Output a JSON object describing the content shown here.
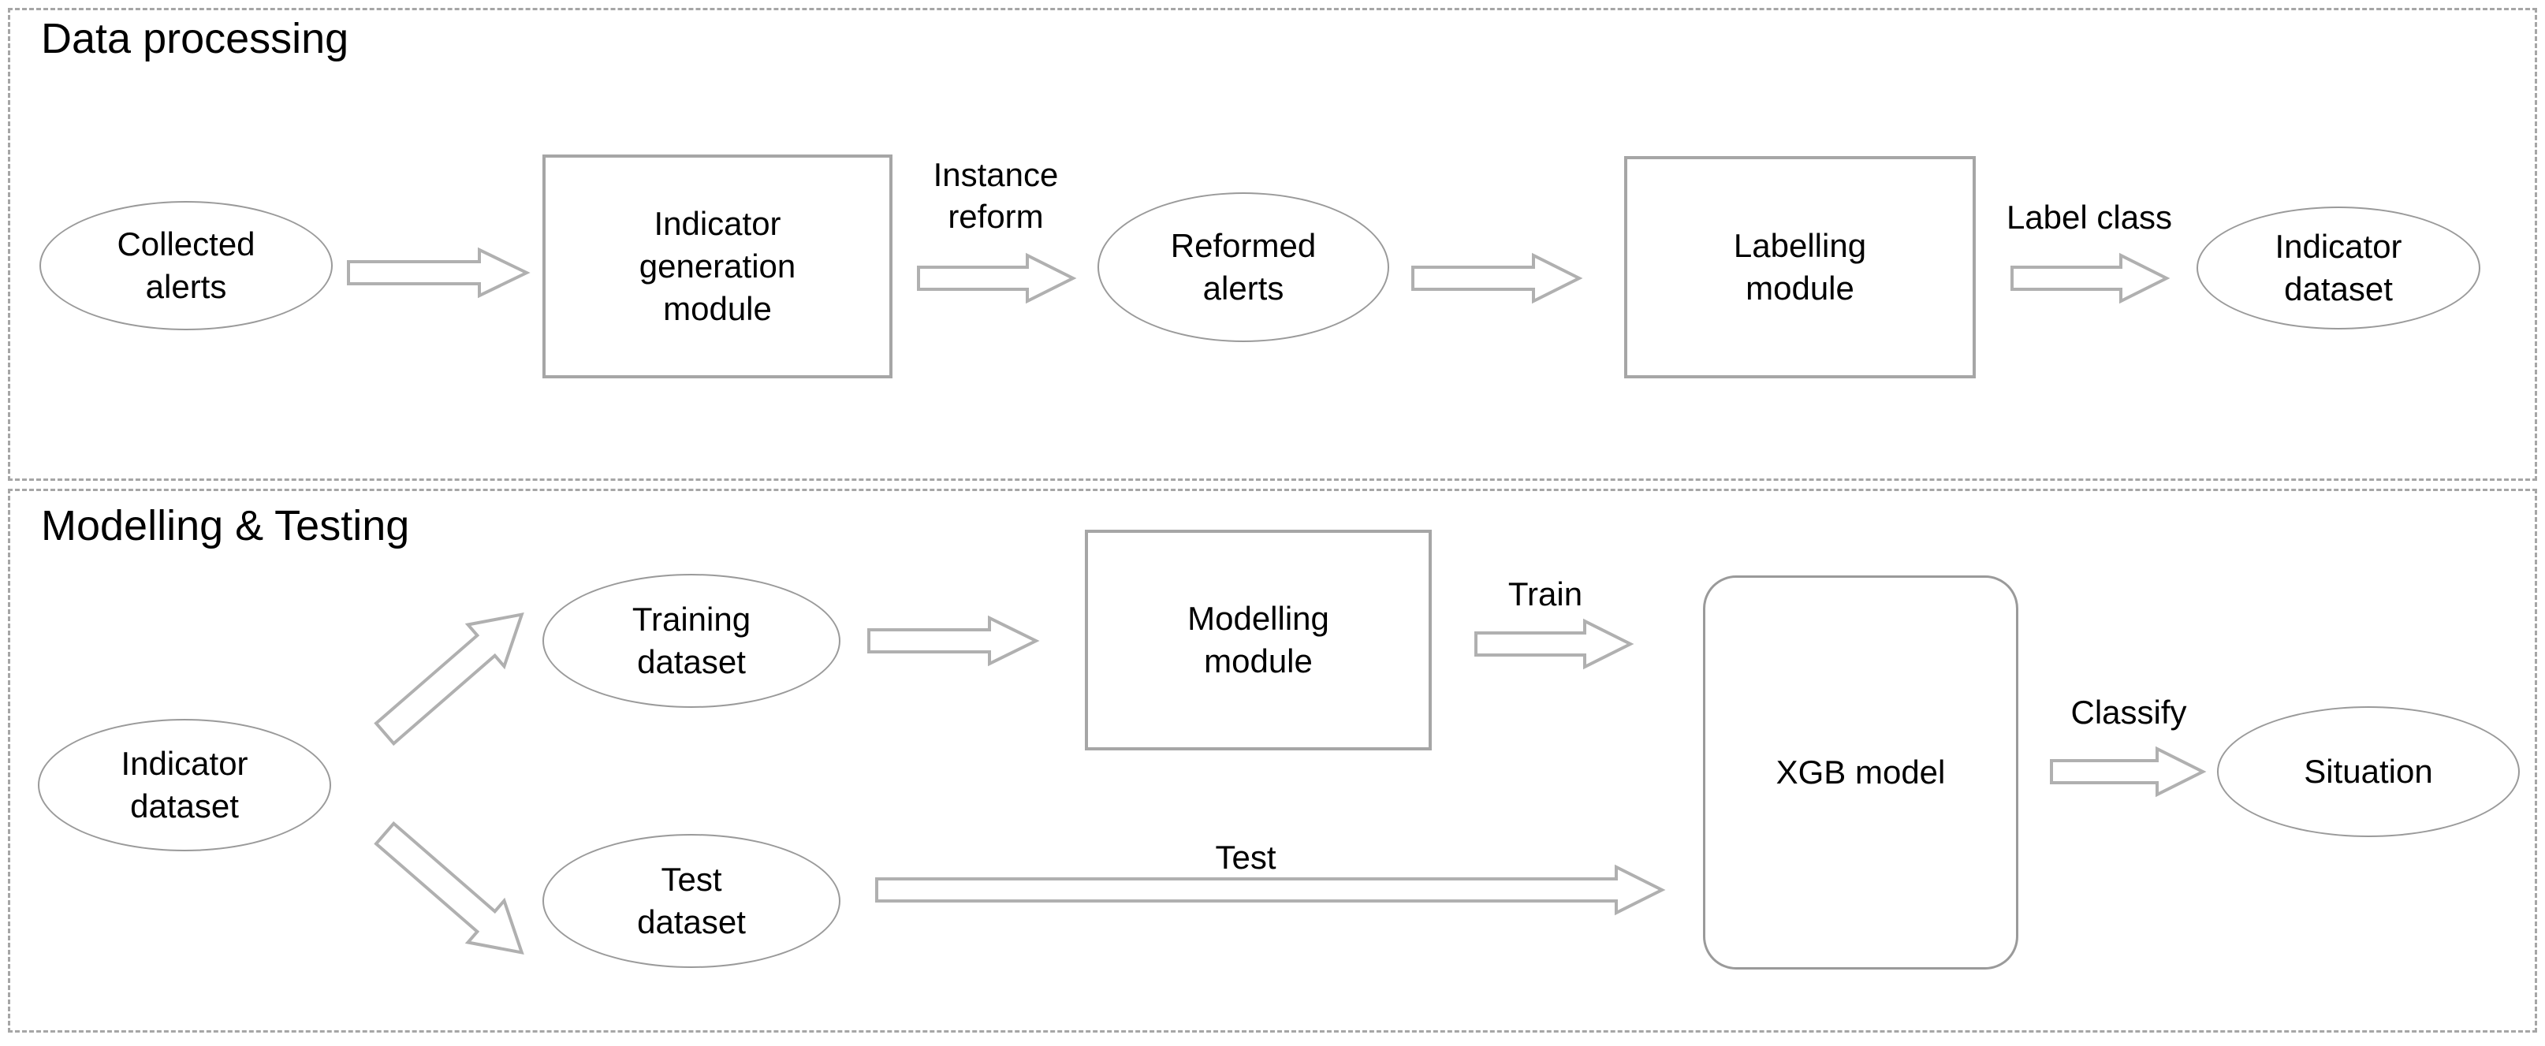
{
  "diagram": {
    "title_absent": true,
    "panels": [
      {
        "id": "data-processing",
        "title": "Data processing",
        "nodes": [
          {
            "id": "collected-alerts",
            "label": "Collected\nalerts",
            "shape": "ellipse"
          },
          {
            "id": "indicator-generation-module",
            "label": "Indicator\ngeneration\nmodule",
            "shape": "rectangle"
          },
          {
            "id": "reformed-alerts",
            "label": "Reformed\nalerts",
            "shape": "ellipse"
          },
          {
            "id": "labelling-module",
            "label": "Labelling\nmodule",
            "shape": "rectangle"
          },
          {
            "id": "indicator-dataset-1",
            "label": "Indicator\ndataset",
            "shape": "ellipse"
          }
        ],
        "edges": [
          {
            "id": "e1",
            "from": "collected-alerts",
            "to": "indicator-generation-module",
            "label": ""
          },
          {
            "id": "e2",
            "from": "indicator-generation-module",
            "to": "reformed-alerts",
            "label": "Instance\nreform"
          },
          {
            "id": "e3",
            "from": "reformed-alerts",
            "to": "labelling-module",
            "label": ""
          },
          {
            "id": "e4",
            "from": "labelling-module",
            "to": "indicator-dataset-1",
            "label": "Label class"
          }
        ]
      },
      {
        "id": "modelling-testing",
        "title": "Modelling & Testing",
        "nodes": [
          {
            "id": "indicator-dataset-2",
            "label": "Indicator\ndataset",
            "shape": "ellipse"
          },
          {
            "id": "training-dataset",
            "label": "Training\ndataset",
            "shape": "ellipse"
          },
          {
            "id": "test-dataset",
            "label": "Test\ndataset",
            "shape": "ellipse"
          },
          {
            "id": "modelling-module",
            "label": "Modelling\nmodule",
            "shape": "rectangle"
          },
          {
            "id": "xgb-model",
            "label": "XGB model",
            "shape": "rounded-rectangle"
          },
          {
            "id": "situation",
            "label": "Situation",
            "shape": "ellipse"
          }
        ],
        "edges": [
          {
            "id": "m1",
            "from": "indicator-dataset-2",
            "to": "training-dataset",
            "label": ""
          },
          {
            "id": "m2",
            "from": "indicator-dataset-2",
            "to": "test-dataset",
            "label": ""
          },
          {
            "id": "m3",
            "from": "training-dataset",
            "to": "modelling-module",
            "label": ""
          },
          {
            "id": "m4",
            "from": "modelling-module",
            "to": "xgb-model",
            "label": "Train"
          },
          {
            "id": "m5",
            "from": "test-dataset",
            "to": "xgb-model",
            "label": "Test"
          },
          {
            "id": "m6",
            "from": "xgb-model",
            "to": "situation",
            "label": "Classify"
          }
        ]
      }
    ],
    "colors": {
      "panel_border": "#a6a6a6",
      "shape_border": "#9a9a9a",
      "rect_border": "#a6a6a6",
      "arrow_stroke": "#b0b0b0",
      "shape_fill": "#ffffff",
      "text": "#000000",
      "background": "#ffffff"
    }
  }
}
